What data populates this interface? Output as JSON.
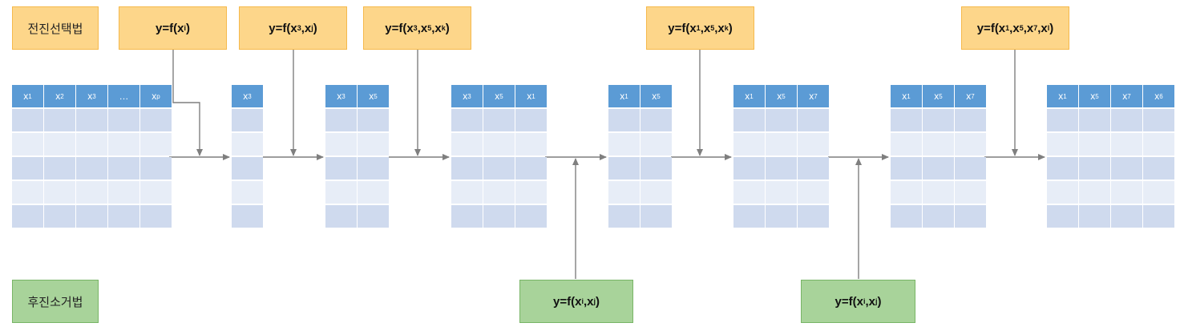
{
  "labels": {
    "forward": "전진선택법",
    "backward": "후진소거법"
  },
  "colors": {
    "header_blue": "#5b9bd5",
    "row_dark": "#cfdaee",
    "row_light": "#e7edf7",
    "forward_fill": "#fdd68a",
    "backward_fill": "#a8d39a",
    "arrow": "#7f7f7f"
  },
  "tables": [
    {
      "id": "t1",
      "headers": [
        {
          "v": "x",
          "s": "1"
        },
        {
          "v": "x",
          "s": "2"
        },
        {
          "v": "x",
          "s": "3"
        },
        {
          "v": "…",
          "s": ""
        },
        {
          "v": "x",
          "s": "p"
        }
      ]
    },
    {
      "id": "t2",
      "headers": [
        {
          "v": "x",
          "s": "3"
        }
      ]
    },
    {
      "id": "t3",
      "headers": [
        {
          "v": "x",
          "s": "3"
        },
        {
          "v": "x",
          "s": "5"
        }
      ]
    },
    {
      "id": "t4",
      "headers": [
        {
          "v": "x",
          "s": "3"
        },
        {
          "v": "x",
          "s": "5"
        },
        {
          "v": "x",
          "s": "1"
        }
      ]
    },
    {
      "id": "t5",
      "headers": [
        {
          "v": "x",
          "s": "1"
        },
        {
          "v": "x",
          "s": "5"
        }
      ]
    },
    {
      "id": "t6",
      "headers": [
        {
          "v": "x",
          "s": "1"
        },
        {
          "v": "x",
          "s": "5"
        },
        {
          "v": "x",
          "s": "7"
        }
      ]
    },
    {
      "id": "t7",
      "headers": [
        {
          "v": "x",
          "s": "1"
        },
        {
          "v": "x",
          "s": "5"
        },
        {
          "v": "x",
          "s": "7"
        }
      ]
    },
    {
      "id": "t8",
      "headers": [
        {
          "v": "x",
          "s": "1"
        },
        {
          "v": "x",
          "s": "5"
        },
        {
          "v": "x",
          "s": "7"
        },
        {
          "v": "x",
          "s": "6"
        }
      ]
    }
  ],
  "functions": [
    {
      "id": "f1",
      "kind": "forward",
      "parts": [
        {
          "v": "y=f(x",
          "s": "i"
        },
        {
          "v": ")",
          "s": ""
        }
      ]
    },
    {
      "id": "f2",
      "kind": "forward",
      "parts": [
        {
          "v": "y=f(x",
          "s": "3"
        },
        {
          "v": ",x",
          "s": "j"
        },
        {
          "v": ")",
          "s": ""
        }
      ]
    },
    {
      "id": "f3",
      "kind": "forward",
      "parts": [
        {
          "v": "y=f(x",
          "s": "3"
        },
        {
          "v": ",x",
          "s": "5"
        },
        {
          "v": ",x",
          "s": "k"
        },
        {
          "v": ")",
          "s": ""
        }
      ]
    },
    {
      "id": "f4",
      "kind": "backward",
      "parts": [
        {
          "v": "y=f(x",
          "s": "i"
        },
        {
          "v": ",x",
          "s": "j"
        },
        {
          "v": ")",
          "s": ""
        }
      ]
    },
    {
      "id": "f5",
      "kind": "forward",
      "parts": [
        {
          "v": "y=f(x",
          "s": "1"
        },
        {
          "v": ",x",
          "s": "5"
        },
        {
          "v": ",x",
          "s": "k"
        },
        {
          "v": ")",
          "s": ""
        }
      ]
    },
    {
      "id": "f6",
      "kind": "backward",
      "parts": [
        {
          "v": "y=f(x",
          "s": "i"
        },
        {
          "v": ",x",
          "s": "j"
        },
        {
          "v": ")",
          "s": ""
        }
      ]
    },
    {
      "id": "f7",
      "kind": "forward",
      "parts": [
        {
          "v": "y=f(x",
          "s": "1"
        },
        {
          "v": ",x",
          "s": "5"
        },
        {
          "v": ",x",
          "s": "7"
        },
        {
          "v": ",x",
          "s": "l"
        },
        {
          "v": ")",
          "s": ""
        }
      ]
    }
  ]
}
